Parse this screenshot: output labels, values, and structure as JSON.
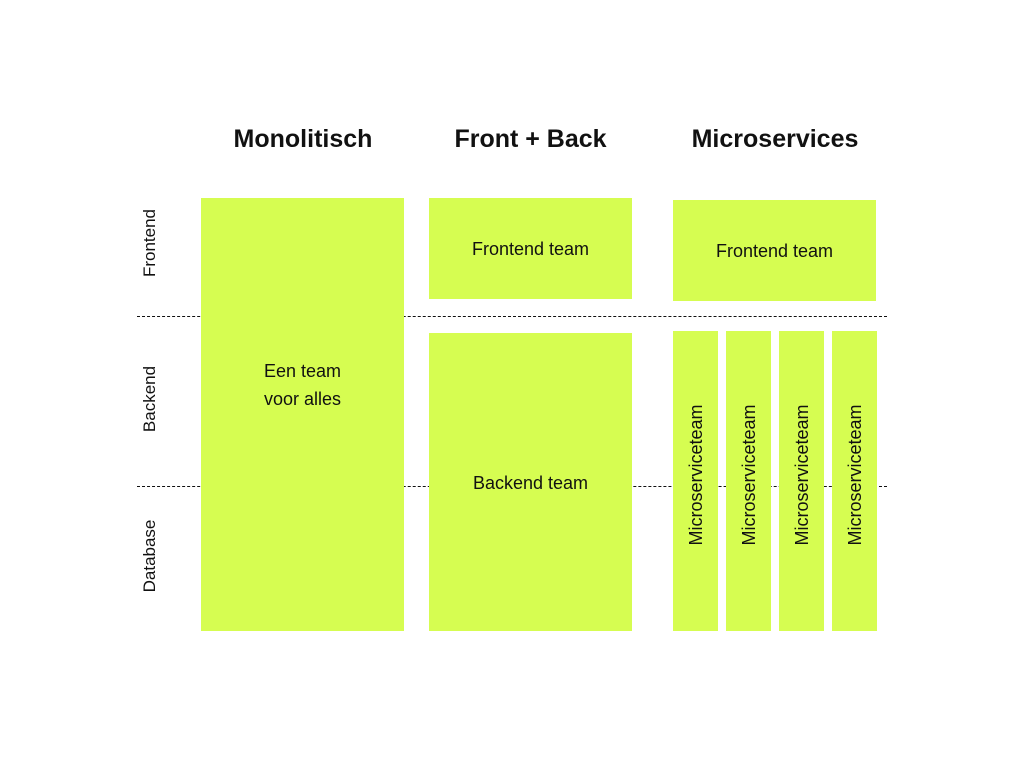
{
  "columns": {
    "monolithic": "Monolitisch",
    "front_back": "Front + Back",
    "microservices": "Microservices"
  },
  "rows": {
    "frontend": "Frontend",
    "backend": "Backend",
    "database": "Database"
  },
  "blocks": {
    "monolithic_team": "Een team\nvoor alles",
    "frontend_team_fb": "Frontend team",
    "backend_team": "Backend team",
    "frontend_team_ms": "Frontend team",
    "microservice_teams": [
      "Microserviceteam",
      "Microserviceteam",
      "Microserviceteam",
      "Microserviceteam"
    ]
  },
  "colors": {
    "block": "#d6fd51",
    "text": "#111111",
    "divider": "#111111",
    "background": "#ffffff"
  }
}
